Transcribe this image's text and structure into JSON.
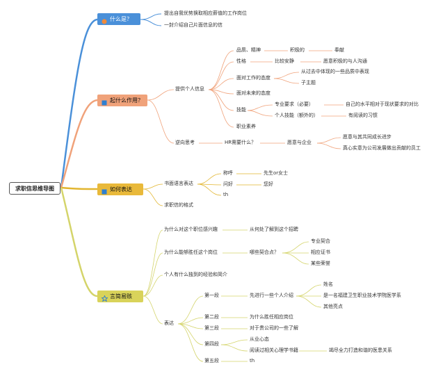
{
  "root": "求职信思维导图",
  "colors": {
    "blue": "#4a90d9",
    "orange": "#f0a27a",
    "yellow": "#e2b52e",
    "olive": "#d4d46a"
  },
  "icons": [
    "chat-icon",
    "bookmark-icon",
    "presentation-icon",
    "star-icon"
  ],
  "branches": {
    "what": {
      "label": "什么是？",
      "items": [
        "提出自我优势换取相应薪值的工作岗位",
        "一封介绍自己片面信息的信"
      ]
    },
    "use": {
      "label": "起什么作用？",
      "provide": "提供个人信息",
      "quality": "品质、精神",
      "positive": "积极的",
      "dedication": "奉献",
      "personality": "性格",
      "calm": "比较安静",
      "communicate": "愿意积极的与人沟通",
      "work_attitude": "面对工作的态度",
      "past_performance": "从过去中体现的一些品质中表现",
      "sub_theme": "子主题",
      "future_attitude": "面对未来的态度",
      "skills": "技能",
      "required": "专业要求（必要）",
      "required_level": "自己的水平相对于现状要求的对比",
      "extra": "个人技能（额外的）",
      "reading": "有阅读的习惯",
      "literacy": "职业素养",
      "reverse": "逆向思考",
      "hr": "HR需要什么？",
      "willing": "愿意与企业",
      "grow": "愿意与其共同成长进步",
      "contribute": "真心实意为公司发展做出贡献的员工"
    },
    "how": {
      "label": "如何表达",
      "written": "书面语言表达",
      "address": "称呼",
      "address_val": "先生or女士",
      "greeting": "问好",
      "greeting_val": "您好",
      "th": "th",
      "format": "求职信的格式"
    },
    "brief": {
      "label": "言简易赅",
      "why_interest": "为什么对这个职位感兴趣",
      "where_learned": "从何处了解到这个招聘",
      "why_qualified": "为什么能够胜任这个岗位",
      "match": "哪些契合点？",
      "major_match": "专业契合",
      "certificate": "相应证书",
      "honor": "某些荣誉",
      "experience": "个人有什么独到的经验和简介",
      "express": "表达",
      "p1": "第一段",
      "p1_text": "先进行一些个人介绍",
      "name": "姓名",
      "school": "是一名福建卫生职业技术学院医学系",
      "highlights": "其他亮点",
      "p2": "第二段",
      "p2_text": "为什么胜任相应岗位",
      "p3": "第三段",
      "p3_text": "对于贵公司的一些了解",
      "p4": "第四段",
      "p4_a": "从业心态",
      "p4_b": "阅读过相关心理学书籍",
      "p4_c": "竭尽全力打造和谐的医患关系",
      "p5": "第五段",
      "p5_text": "th"
    }
  }
}
